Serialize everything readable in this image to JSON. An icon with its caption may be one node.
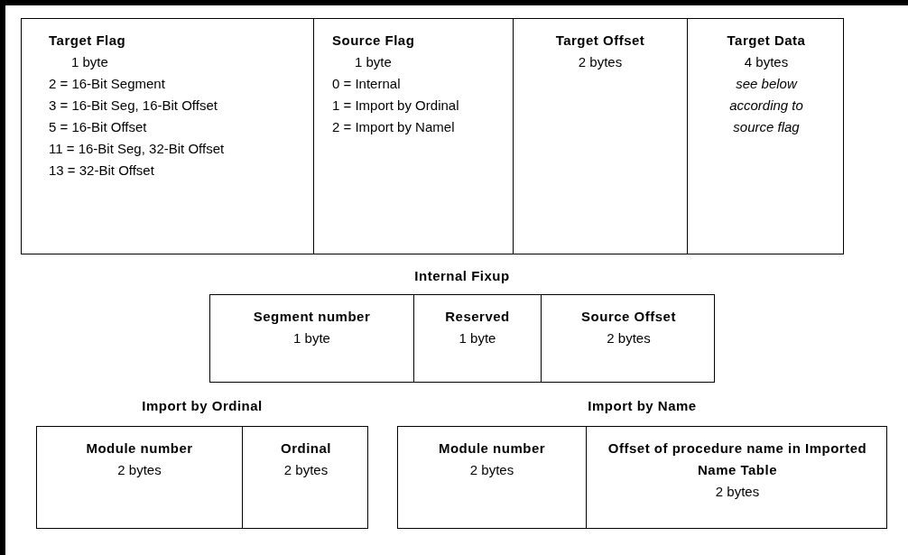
{
  "diagram": {
    "nodes": [
      {
        "text": [],
        "shape": "box"
      },
      {
        "text": [
          "Target Flag",
          "1 byte",
          "2 = 16-Bit Segment",
          "3 = 16-Bit Seg, 16-Bit Offset",
          "5 = 16-Bit Offset",
          "11 = 16-Bit Seg, 32-Bit Offset",
          "13 = 32-Bit Offset"
        ],
        "in": 0
      },
      {
        "text": [
          "Source Flag",
          "1 byte",
          "0 = Internal",
          "1 = Import by Ordinal",
          "2 = Import by Namel"
        ],
        "in": 0
      },
      {
        "text": [
          "Target Offset",
          "2 bytes"
        ],
        "in": 0
      },
      {
        "text": [
          "Target Data",
          "4 bytes",
          "see below according to source flag"
        ],
        "in": 0
      },
      {
        "text": [
          "Internal Fixup"
        ]
      },
      {
        "text": [
          "Segment number",
          "1 byte"
        ],
        "in": 5
      },
      {
        "text": [
          "Reserved",
          "1 byte"
        ],
        "in": 5
      },
      {
        "text": [
          "Source Offset",
          "2 bytes"
        ],
        "in": 5
      },
      {
        "text": [
          "Import by Ordinal"
        ]
      },
      {
        "text": [
          "Module number",
          "2 bytes"
        ],
        "in": 9
      },
      {
        "text": [
          "Ordinal",
          "2 bytes"
        ],
        "in": 9
      },
      {
        "text": [
          "Import by Name"
        ]
      },
      {
        "text": [
          "Module number",
          "2 bytes"
        ],
        "in": 12
      },
      {
        "text": [
          "Offset of procedure name in Imported Name Table",
          "2 bytes"
        ],
        "in": 12
      }
    ]
  }
}
